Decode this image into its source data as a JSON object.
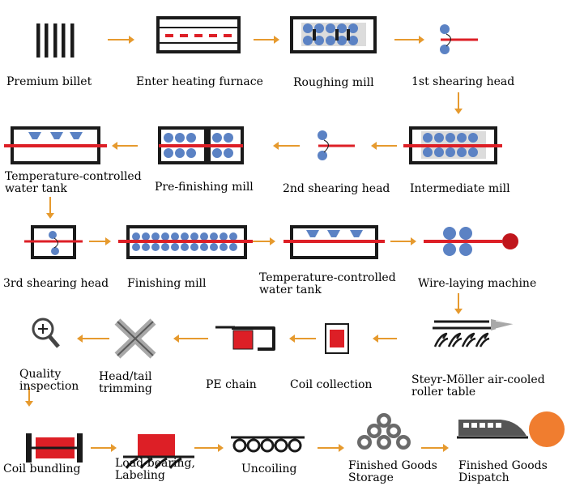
{
  "colors": {
    "arrow": "#e69a2e",
    "red": "#dd1f26",
    "blue": "#5b82c4",
    "frame": "#1a1a1a",
    "gray": "#a8a8a8",
    "orange_disc": "#f07d2f"
  },
  "steps": [
    {
      "id": "premium-billet",
      "icon": "billet-icon",
      "label": "Premium billet"
    },
    {
      "id": "heating-furnace",
      "icon": "furnace-icon",
      "label": "Enter heating furnace"
    },
    {
      "id": "roughing-mill",
      "icon": "roughing-mill-icon",
      "label": "Roughing mill"
    },
    {
      "id": "shearing-head-1",
      "icon": "shearing-head-icon",
      "label": "1st shearing head"
    },
    {
      "id": "intermediate-mill",
      "icon": "intermediate-mill-icon",
      "label": "Intermediate mill"
    },
    {
      "id": "shearing-head-2",
      "icon": "shearing-head-icon",
      "label": "2nd shearing head"
    },
    {
      "id": "pre-finishing-mill",
      "icon": "pre-finishing-mill-icon",
      "label": "Pre-finishing mill"
    },
    {
      "id": "water-tank-1",
      "icon": "water-tank-icon",
      "label": "Temperature-controlled\nwater tank"
    },
    {
      "id": "shearing-head-3",
      "icon": "shearing-head-box-icon",
      "label": "3rd shearing head"
    },
    {
      "id": "finishing-mill",
      "icon": "finishing-mill-icon",
      "label": "Finishing mill"
    },
    {
      "id": "water-tank-2",
      "icon": "water-tank-icon",
      "label": "Temperature-controlled\nwater tank"
    },
    {
      "id": "wire-laying-machine",
      "icon": "wire-laying-icon",
      "label": "Wire-laying machine"
    },
    {
      "id": "roller-table",
      "icon": "roller-table-icon",
      "label": "Steyr-Möller air-cooled\nroller table"
    },
    {
      "id": "coil-collection",
      "icon": "coil-collection-icon",
      "label": "Coil collection"
    },
    {
      "id": "pe-chain",
      "icon": "pe-chain-icon",
      "label": "PE chain"
    },
    {
      "id": "head-tail-trimming",
      "icon": "cross-icon",
      "label": "Head/tail\ntrimming"
    },
    {
      "id": "quality-inspection",
      "icon": "magnifier-icon",
      "label": "Quality\ninspection"
    },
    {
      "id": "coil-bundling",
      "icon": "bundling-icon",
      "label": "Coil bundling"
    },
    {
      "id": "load-bearing-labeling",
      "icon": "labeling-icon",
      "label": "Load-bearing,\nLabeling"
    },
    {
      "id": "uncoiling",
      "icon": "uncoiling-icon",
      "label": "Uncoiling"
    },
    {
      "id": "finished-goods-storage",
      "icon": "stacked-coils-icon",
      "label": "Finished Goods\nStorage"
    },
    {
      "id": "finished-goods-dispatch",
      "icon": "train-icon",
      "label": "Finished Goods\nDispatch"
    }
  ]
}
